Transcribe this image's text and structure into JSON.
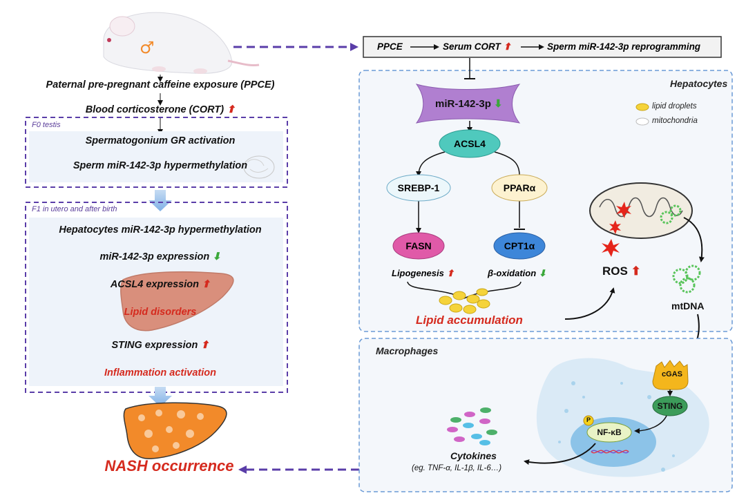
{
  "left_flow": {
    "step1": "Paternal pre-pregnant caffeine exposure (PPCE)",
    "step2": "Blood corticosterone (CORT)",
    "f0_label": "F0 testis",
    "step3": "Spermatogonium GR activation",
    "step4": "Sperm miR-142-3p hypermethylation",
    "f1_label": "F1 in utero and after birth",
    "step5": "Hepatocytes miR-142-3p hypermethylation",
    "step6": "miR-142-3p expression",
    "step7": "ACSL4 expression",
    "step8": "Lipid disorders",
    "step9": "STING expression",
    "step10": "Inflammation activation",
    "outcome": "NASH occurrence"
  },
  "top_box": {
    "item1": "PPCE",
    "item2": "Serum CORT",
    "item3": "Sperm miR-142-3p reprogramming"
  },
  "hepatocytes": {
    "title": "Hepatocytes",
    "legend_lipid": "lipid droplets",
    "legend_mito": "mitochondria",
    "mir": "miR-142-3p",
    "acsl4": "ACSL4",
    "srebp": "SREBP-1",
    "ppar": "PPARα",
    "fasn": "FASN",
    "cpt": "CPT1α",
    "lipogenesis": "Lipogenesis",
    "boxidation": "β-oxidation",
    "lipid_acc": "Lipid accumulation",
    "ros": "ROS",
    "mtdna": "mtDNA"
  },
  "macrophages": {
    "title": "Macrophages",
    "cgas": "cGAS",
    "sting": "STING",
    "nfkb": "NF-κB",
    "p": "P",
    "cytokines": "Cytokines",
    "cytokines_eg": "(eg. TNF-α, IL-1β, IL-6…)"
  },
  "symbols": {
    "male": "♂"
  },
  "colors": {
    "up_red": "#e5251b",
    "down_green": "#3aa83a",
    "dashed_purple": "#5a3da8",
    "panel_border": "#6a9ad6",
    "panel_fill": "#f4f7fb",
    "mir_purple": "#b07fd0",
    "acsl4_teal": "#4fc9bd",
    "srebp_fill": "#ecf7fb",
    "ppar_fill": "#fdf2d0",
    "fasn_pink": "#e05aa8",
    "cpt_blue": "#3d86d9",
    "cgas_yellow": "#f4b61c",
    "sting_green": "#3c9c5a",
    "liver_orange": "#f28a2a"
  }
}
